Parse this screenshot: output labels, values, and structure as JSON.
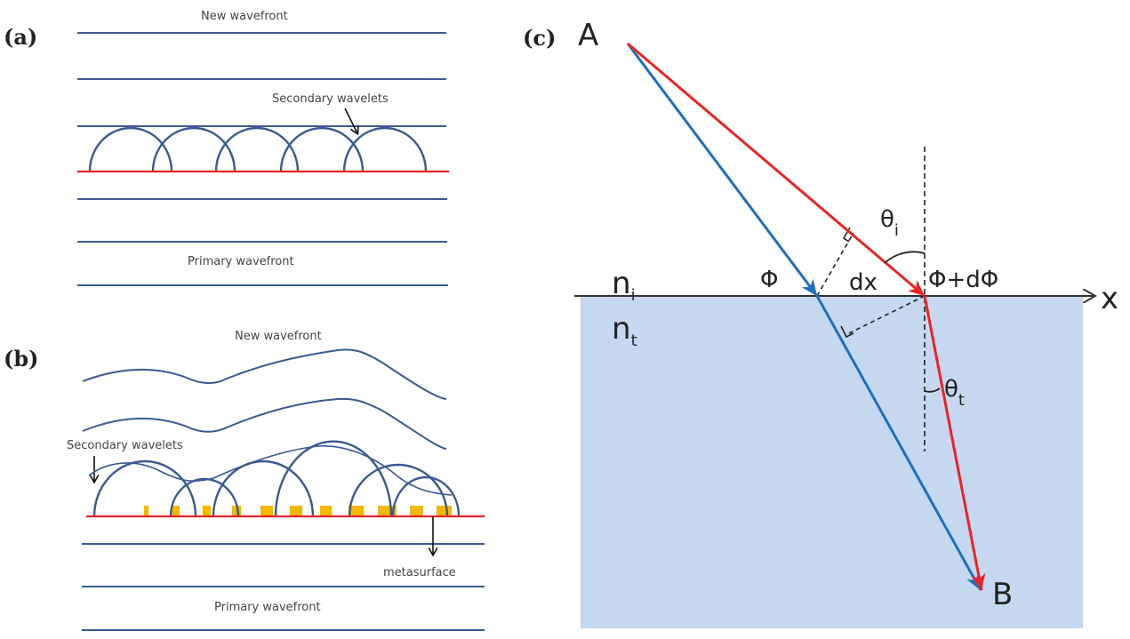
{
  "panels": {
    "a": {
      "label": "(a)",
      "new_wavefront": "New wavefront",
      "secondary_wavelets": "Secondary wavelets",
      "primary_wavefront": "Primary wavefront"
    },
    "b": {
      "label": "(b)",
      "new_wavefront": "New wavefront",
      "secondary_wavelets": "Secondary wavelets",
      "metasurface": "metasurface",
      "primary_wavefront": "Primary wavefront"
    },
    "c": {
      "label": "(c)",
      "point_a": "A",
      "point_b": "B",
      "n_i": "n",
      "n_i_sub": "i",
      "n_t": "n",
      "n_t_sub": "t",
      "phi": "Φ",
      "phi_dphi": "Φ+dΦ",
      "dx": "dx",
      "theta_i": "θ",
      "theta_i_sub": "i",
      "theta_t": "θ",
      "theta_t_sub": "t",
      "x_axis": "x"
    }
  },
  "colors": {
    "wavefront": "#3a5a92",
    "interface": "#e8262a",
    "metasurface_element": "#f5b800",
    "medium": "#c5d8f0",
    "blue_ray": "#1f6fc0",
    "red_ray": "#ee2222"
  }
}
